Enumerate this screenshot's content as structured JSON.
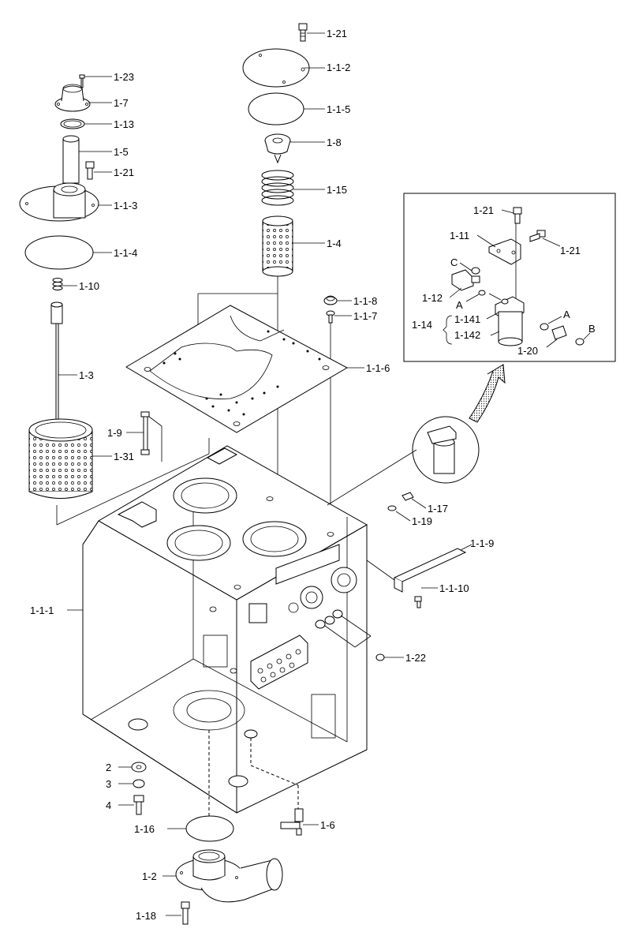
{
  "labels": {
    "p1_21_top": "1-21",
    "p1_1_2": "1-1-2",
    "p1_1_5": "1-1-5",
    "p1_8": "1-8",
    "p1_15": "1-15",
    "p1_4": "1-4",
    "p1_1_8": "1-1-8",
    "p1_1_7": "1-1-7",
    "p1_1_6": "1-1-6",
    "p1_23": "1-23",
    "p1_7": "1-7",
    "p1_13": "1-13",
    "p1_5": "1-5",
    "p1_21_left": "1-21",
    "p1_1_3": "1-1-3",
    "p1_1_4": "1-1-4",
    "p1_10": "1-10",
    "p1_3": "1-3",
    "p1_9": "1-9",
    "p1_31": "1-31",
    "p1_17": "1-17",
    "p1_19": "1-19",
    "p1_1_9": "1-1-9",
    "p1_1_10": "1-1-10",
    "p1_1_1": "1-1-1",
    "p1_22": "1-22",
    "p2": "2",
    "p3": "3",
    "p4": "4",
    "p1_16": "1-16",
    "p1_6": "1-6",
    "p1_2": "1-2",
    "p1_18": "1-18"
  },
  "inset": {
    "p1_21_a": "1-21",
    "p1_11": "1-11",
    "p1_21_b": "1-21",
    "c": "C",
    "p1_12": "1-12",
    "a1": "A",
    "p1_141": "1-141",
    "p1_14": "1-14",
    "p1_142": "1-142",
    "a2": "A",
    "b": "B",
    "p1_20": "1-20"
  }
}
